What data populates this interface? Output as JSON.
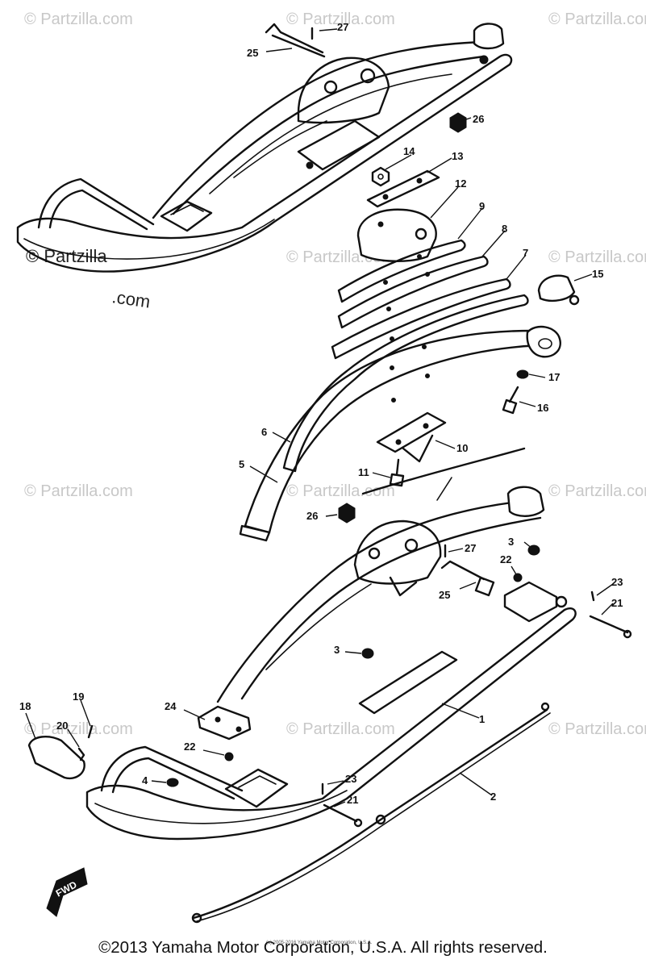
{
  "watermark_text": "© Partzilla.com",
  "watermark_main_a": "© Partzilla",
  "watermark_main_b": ".com",
  "fwd_label": "FWD",
  "small_notice": "(c) 2005-2016 Yamaha Motor Corporation, U.S.A.",
  "copyright": "©2013 Yamaha Motor Corporation, U.S.A. All rights reserved.",
  "callouts": {
    "c1": "1",
    "c2": "2",
    "c3a": "3",
    "c3b": "3",
    "c4": "4",
    "c5": "5",
    "c6": "6",
    "c7": "7",
    "c8": "8",
    "c9": "9",
    "c10": "10",
    "c11": "11",
    "c12": "12",
    "c13": "13",
    "c14": "14",
    "c15": "15",
    "c16": "16",
    "c17": "17",
    "c18": "18",
    "c19": "19",
    "c20": "20",
    "c21a": "21",
    "c21b": "21",
    "c22a": "22",
    "c22b": "22",
    "c23a": "23",
    "c23b": "23",
    "c24": "24",
    "c25a": "25",
    "c25b": "25",
    "c26a": "26",
    "c26b": "26",
    "c27a": "27",
    "c27b": "27"
  },
  "colors": {
    "line": "#111111",
    "watermark": "#c8c8c8",
    "background": "#ffffff"
  }
}
